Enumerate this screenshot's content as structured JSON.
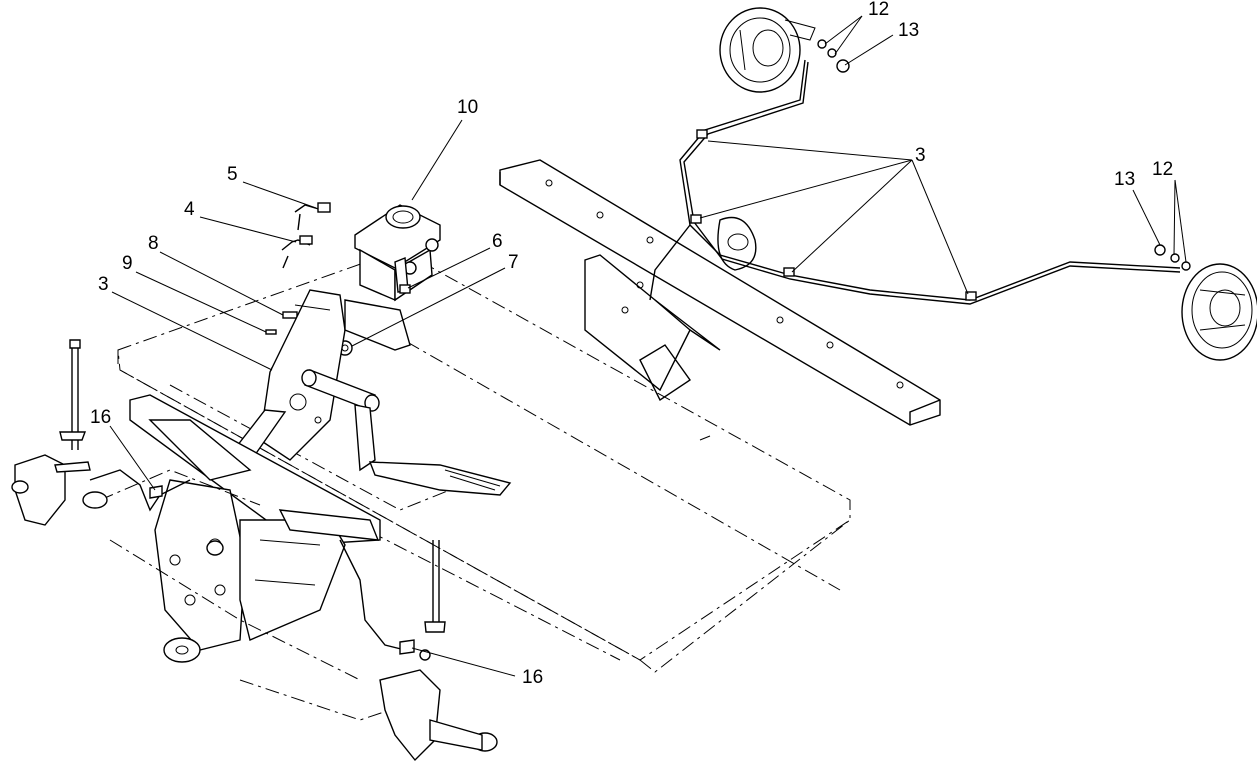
{
  "callouts": {
    "c12_top": "12",
    "c13_top": "13",
    "c10": "10",
    "c5": "5",
    "c4": "4",
    "c8": "8",
    "c6": "6",
    "c9": "9",
    "c7": "7",
    "c3_left": "3",
    "c3_right": "3",
    "c13_right": "13",
    "c12_right": "12",
    "c16_left": "16",
    "c16_bottom": "16"
  }
}
